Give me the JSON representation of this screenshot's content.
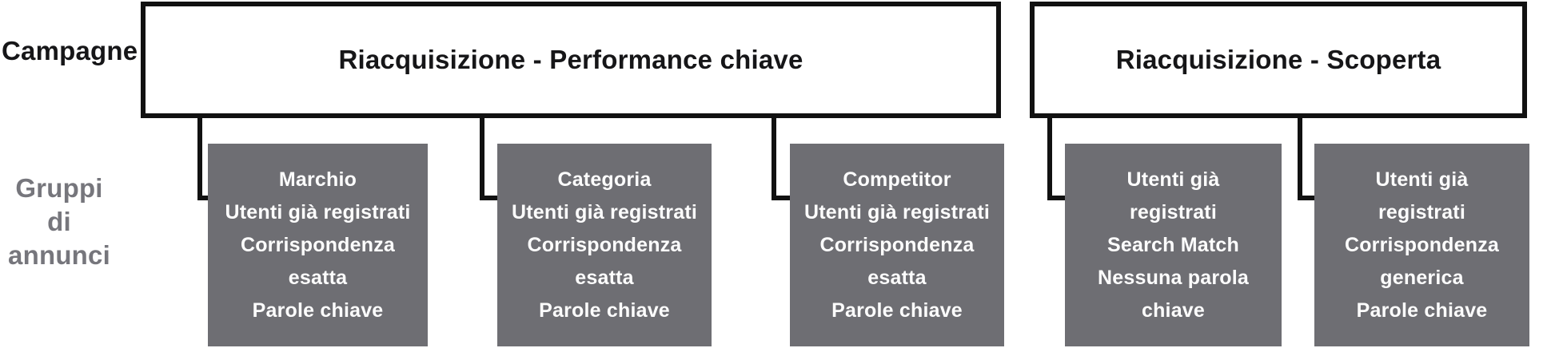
{
  "row_labels": {
    "campaigns": "Campagne",
    "ad_groups_line1": "Gruppi di",
    "ad_groups_line2": "annunci"
  },
  "campaigns": [
    {
      "title": "Riacquisizione - Performance chiave",
      "ad_groups": [
        {
          "lines": [
            "Marchio",
            "Utenti già registrati",
            "Corrispondenza",
            "esatta",
            "Parole chiave"
          ]
        },
        {
          "lines": [
            "Categoria",
            "Utenti già registrati",
            "Corrispondenza",
            "esatta",
            "Parole chiave"
          ]
        },
        {
          "lines": [
            "Competitor",
            "Utenti già registrati",
            "Corrispondenza",
            "esatta",
            "Parole chiave"
          ]
        }
      ]
    },
    {
      "title": "Riacquisizione - Scoperta",
      "ad_groups": [
        {
          "lines": [
            "Utenti già",
            "registrati",
            "Search Match",
            "Nessuna parola",
            "chiave"
          ]
        },
        {
          "lines": [
            "Utenti già",
            "registrati",
            "Corrispondenza",
            "generica",
            "Parole chiave"
          ]
        }
      ]
    }
  ],
  "colors": {
    "adgroup_fill": "#6e6e73",
    "adgroup_text": "#fdfdfd",
    "line_black": "#111111",
    "label_gray": "#76767c",
    "label_black": "#161618"
  }
}
